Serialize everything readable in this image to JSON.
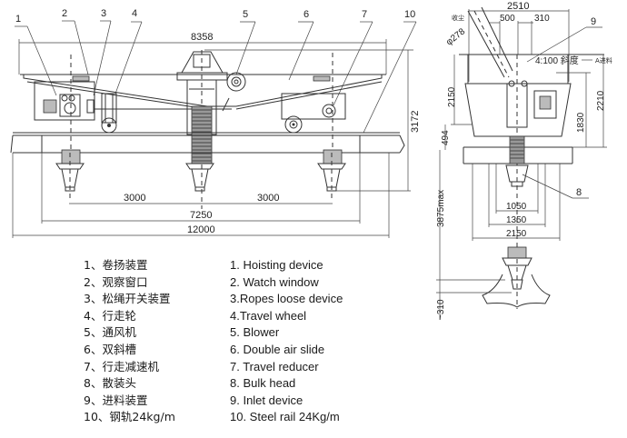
{
  "front_view": {
    "callouts": [
      "1",
      "2",
      "3",
      "4",
      "5",
      "6",
      "7",
      "10"
    ],
    "dimensions": {
      "overall_span": "8358",
      "height": "3172",
      "spacing_left": "3000",
      "spacing_right": "3000",
      "head_span": "7250",
      "rail_length": "12000"
    }
  },
  "side_view": {
    "callouts": [
      "9",
      "8"
    ],
    "dimensions": {
      "width": "2510",
      "offset_a": "500",
      "offset_b": "310",
      "pipe_diameter": "φ278",
      "height_upper": "2150",
      "height_body": "1830",
      "height_total": "2210",
      "rail_height": "494",
      "max_drop": "3875max",
      "bottom_offset": "~310",
      "width_inner": "1050",
      "width_mid": "1350",
      "width_outer": "2150"
    },
    "annotations": {
      "slope": "4:100 斜度",
      "inlet": "A进料",
      "dust": "收尘"
    }
  },
  "legend": {
    "chinese": [
      "1、卷扬装置",
      "2、观察窗口",
      "3、松绳开关装置",
      "4、行走轮",
      "5、通风机",
      "6、双斜槽",
      "7、行走减速机",
      "8、散装头",
      "9、进料装置",
      "10、钢轨24kg/m"
    ],
    "english": [
      "1. Hoisting device",
      "2. Watch window",
      "3.Ropes loose device",
      "4.Travel wheel",
      "5. Blower",
      "6. Double air slide",
      "7. Travel reducer",
      "8. Bulk head",
      "9. Inlet device",
      "10. Steel rail 24Kg/m"
    ]
  }
}
